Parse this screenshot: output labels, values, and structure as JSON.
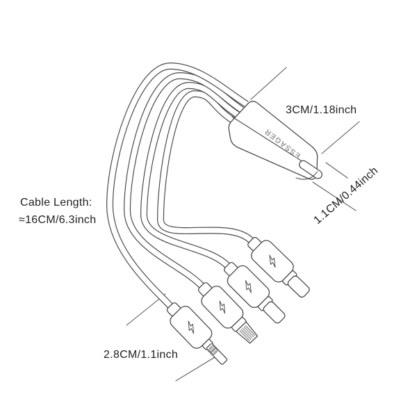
{
  "page": {
    "background": "#ffffff",
    "line_color": "#4a4a4a",
    "text_color": "#1e1e1e"
  },
  "diagram": {
    "brand": "ESSAGER",
    "labels": {
      "adapter_length": "3CM/1.18inch",
      "adapter_thickness": "1.1CM/0.44inch",
      "cable_length_title": "Cable Length:",
      "cable_length_value": "≈16CM/6.3inch",
      "plug_length": "2.8CM/1.1inch"
    },
    "connectors": [
      {
        "type": "lightning"
      },
      {
        "type": "micro-usb"
      },
      {
        "type": "usb-c"
      },
      {
        "type": "usb-c"
      }
    ]
  }
}
